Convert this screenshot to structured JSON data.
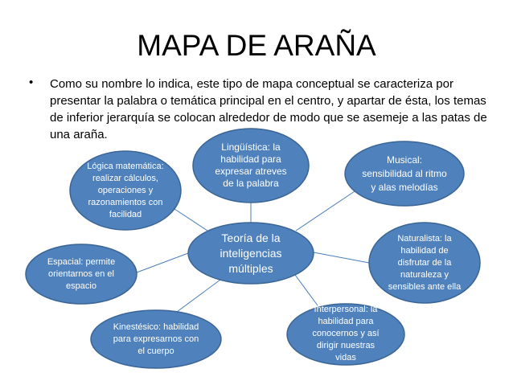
{
  "title": "MAPA DE ARAÑA",
  "bullet": "•",
  "body": "Como su nombre lo indica, este tipo de mapa conceptual se caracteriza por presentar la palabra o temática principal en el centro, y apartar de ésta, los temas de inferior jerarquía se colocan alrededor de modo que se asemeje a las patas de una araña.",
  "colors": {
    "node_fill": "#4f81bd",
    "node_stroke": "#3a6595",
    "line": "#4a7ebb"
  },
  "center": "Teoría de la inteligencias múltiples",
  "nodes": {
    "linguistica": "Lingüística: la habilidad para expresar atreves de la palabra",
    "logica": "Lógica matemática: realizar cálculos, operaciones y razonamientos con facilidad",
    "musical": "Musical: sensibilidad  al ritmo y alas melodías",
    "espacial": "Espacial: permite orientarnos en el espacio",
    "naturalista": "Naturalista: la habilidad de disfrutar  de la naturaleza y sensibles ante ella",
    "kinestesico": "Kinestésico: habilidad para expresarnos con el cuerpo",
    "interpersonal": "Interpersonal: la habilidad para conocernos y así dirigir nuestras vidas"
  }
}
